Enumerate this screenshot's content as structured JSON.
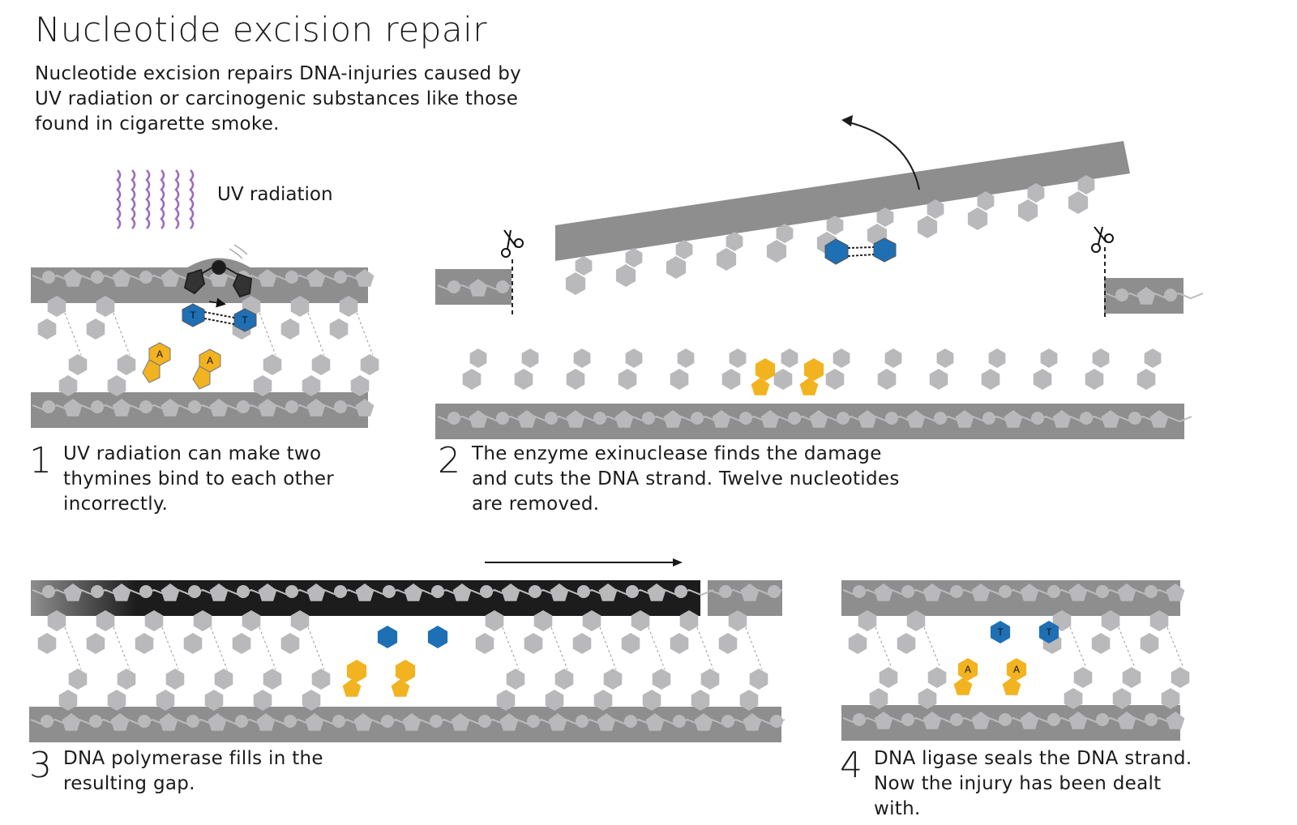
{
  "title": "Nucleotide excision repair",
  "intro": "Nucleotide excision repairs DNA-injuries caused by UV radiation or carcinogenic substances like those found in cigarette smoke.",
  "uv_label": "UV radiation",
  "steps": [
    {
      "number": "1",
      "text": "UV radiation can make two thymines bind to each other incorrectly."
    },
    {
      "number": "2",
      "text": "The enzyme exinuclease finds the damage and cuts the DNA strand. Twelve nucleotides are removed."
    },
    {
      "number": "3",
      "text": "DNA polymerase fills in the resulting gap."
    },
    {
      "number": "4",
      "text": "DNA ligase seals the DNA strand. Now the injury has been dealt with."
    }
  ],
  "base_letters": {
    "adenine": "A",
    "thymine": "T"
  },
  "colors": {
    "backbone": "#8e8e8e",
    "nucleotide": "#b9b9bc",
    "thymine": "#1f6fb5",
    "adenine": "#f2b320",
    "polymerase": "#1c1c1c",
    "uv": "#9a6bbf"
  },
  "icons": [
    "uv-wave-icon",
    "scissors-icon",
    "arrow-icon"
  ]
}
